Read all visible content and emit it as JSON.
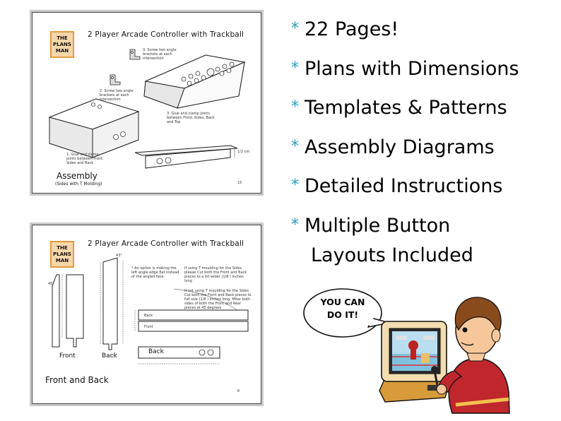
{
  "page1": {
    "logo_lines": [
      "THE",
      "PLANS",
      "MAN"
    ],
    "title": "2 Player Arcade Controller with Trackball",
    "note_step3": "3. Screw two angle brackets at each intersection",
    "note_step2": "2. Screw two angle brackets at each intersection",
    "note_glue": "3. Glue and clamp joints between Front, Sides, Back and Top",
    "note_step1": "1. Glue and clamp joints between Front, Sides and Back",
    "dimension_note": "1/2 cm",
    "caption": "Assembly",
    "subcaption": "(Sides with T Molding)",
    "page_number": "15"
  },
  "page2": {
    "logo_lines": [
      "THE",
      "PLANS",
      "MAN"
    ],
    "title": "2 Player Arcade Controller with Trackball",
    "angle_label": "43°",
    "angle_label2": "45°",
    "note_angle": "* An option is making the left angle edge flat instead of the angled face.",
    "note_tmolding": "If using T moulding for the Sides please Cut both the Front and Back pieces to a bit wider (1/8 ) inches long",
    "note_notmolding": "If not using T moulding for the Sides Cut both the Front and Back pieces to full size (1/8 ) inches long. Miter both sides of both the Front and Rear pieces at 45 degrees",
    "label_front": "Front",
    "label_back": "Back",
    "label_back_top": "Back",
    "label_back_long": "Back",
    "label_front_small": "Front",
    "caption": "Front and Back",
    "page_number": "6"
  },
  "features": [
    {
      "star": "*",
      "text": "22 Pages!"
    },
    {
      "star": "*",
      "text": "Plans with Dimensions"
    },
    {
      "star": "*",
      "text": "Templates & Patterns"
    },
    {
      "star": "*",
      "text": "Assembly Diagrams"
    },
    {
      "star": "*",
      "text": "Detailed Instructions"
    },
    {
      "star": "*",
      "text": "Multiple Button"
    },
    {
      "star": "",
      "text": "Layouts Included"
    }
  ],
  "bubble": {
    "line1": "YOU CAN",
    "line2": "DO IT!"
  },
  "colors": {
    "accent_star": "#1aa3c8",
    "logo_fill": "#f7d6a8",
    "logo_border": "#e39a3e",
    "shirt": "#c0272d",
    "skin": "#f6c79b",
    "hair": "#8a4b1c"
  }
}
